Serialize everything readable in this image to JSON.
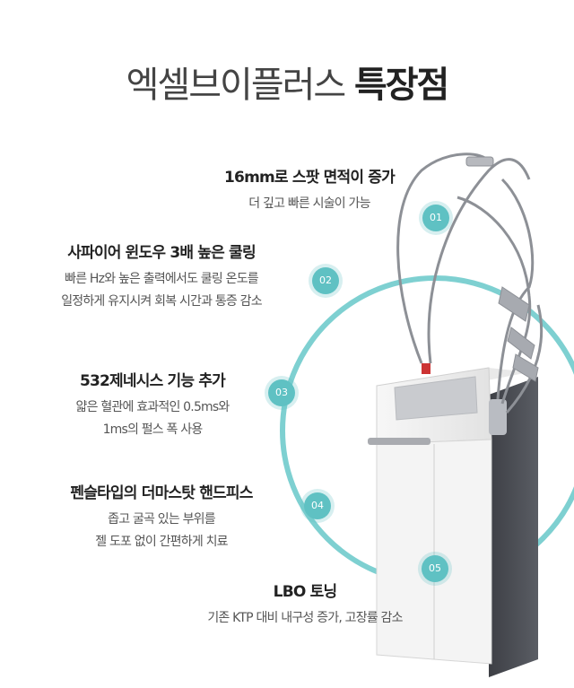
{
  "title": {
    "light": "엑셀브이플러스",
    "bold": "특장점"
  },
  "features": [
    {
      "num": "01",
      "heading": "16mm로 스팟 면적이 증가",
      "lines": [
        "더 깊고 빠른 시술이 가능"
      ]
    },
    {
      "num": "02",
      "heading": "사파이어 윈도우 3배 높은 쿨링",
      "lines": [
        "빠른 Hz와 높은 출력에서도 쿨링 온도를",
        "일정하게 유지시켜 회복 시간과 통증 감소"
      ]
    },
    {
      "num": "03",
      "heading": "532제네시스 기능 추가",
      "lines": [
        "얇은 혈관에 효과적인 0.5ms와",
        "1ms의 펄스 폭 사용"
      ]
    },
    {
      "num": "04",
      "heading": "펜슬타입의 더마스탓 핸드피스",
      "lines": [
        "좁고 굴곡 있는 부위를",
        "젤 도포 없이 간편하게 치료"
      ]
    },
    {
      "num": "05",
      "heading": "LBO 토닝",
      "lines": [
        "기존 KTP 대비 내구성 증가, 고장률 감소"
      ]
    }
  ],
  "colors": {
    "accent": "#5fc1c3"
  }
}
